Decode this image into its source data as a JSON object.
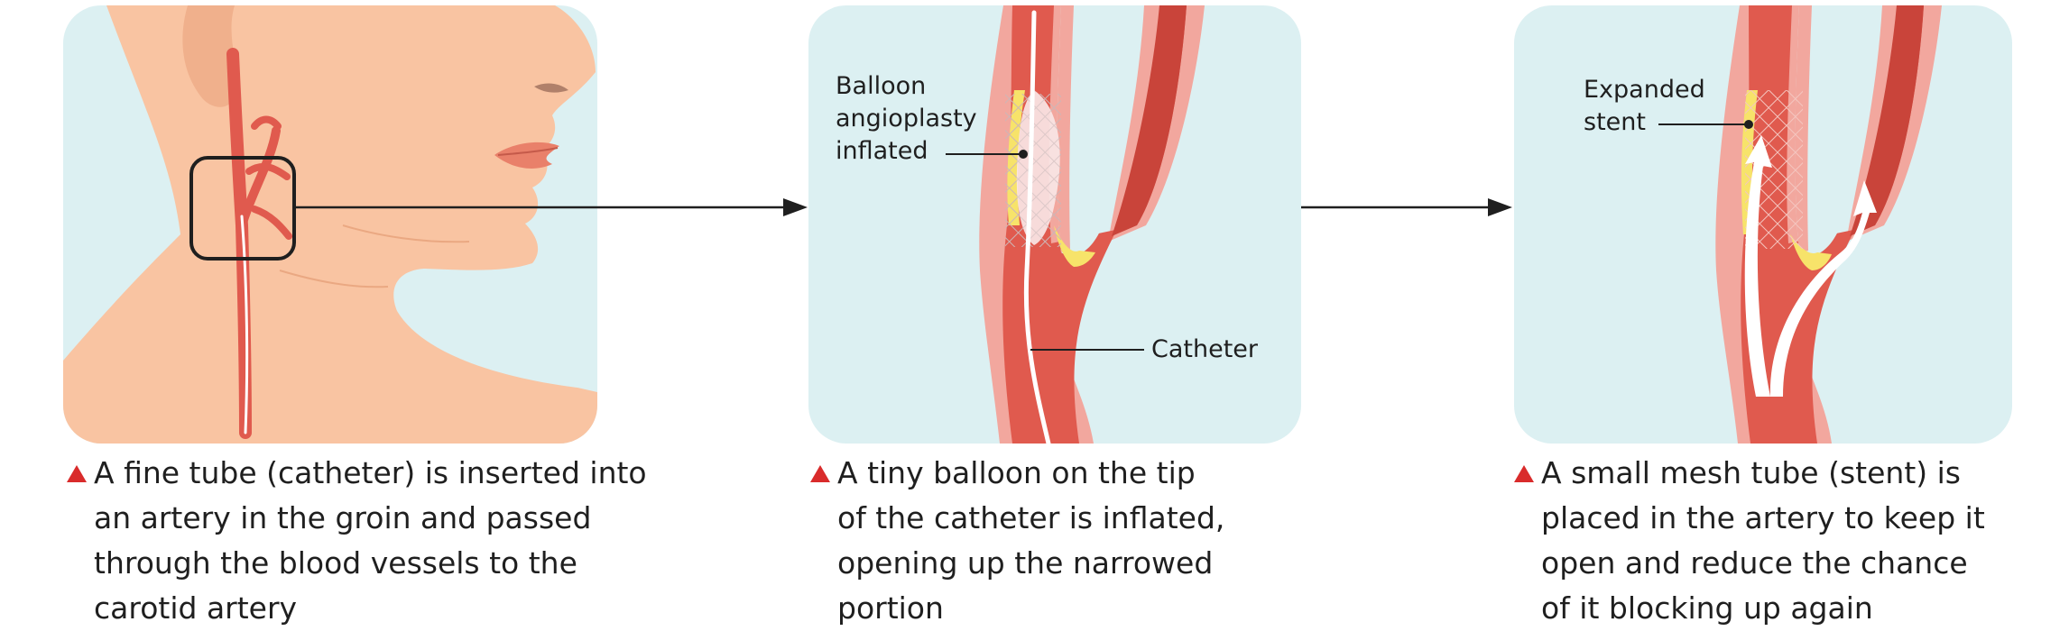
{
  "labels": {
    "balloon": [
      "Balloon",
      "angioplasty",
      "inflated"
    ],
    "catheter": "Catheter",
    "stent": [
      "Expanded",
      "stent"
    ]
  },
  "captions": [
    [
      "A fine tube (catheter) is inserted into",
      "an artery in the groin and passed",
      "through the blood vessels to the",
      "carotid artery"
    ],
    [
      "A tiny balloon on the tip",
      "of the catheter is inflated,",
      "opening up the narrowed",
      "portion"
    ],
    [
      "A small mesh tube (stent) is",
      "placed in the artery to keep it",
      "open and reduce the chance",
      "of it blocking up again"
    ]
  ],
  "colors": {
    "panel_bg": "#dcf0f2",
    "skin": "#f9c4a2",
    "skin_shadow": "#f0b08c",
    "artery": "#e05a4e",
    "artery_dark": "#c9443a",
    "vessel_wall": "#f2a79e",
    "plaque": "#f7e36a",
    "marker": "#d92b2b",
    "arrow": "#1f1f1f"
  }
}
